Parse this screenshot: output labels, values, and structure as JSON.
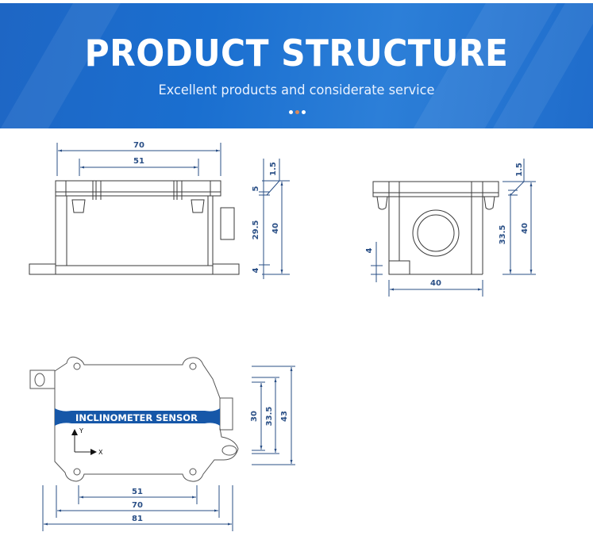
{
  "banner": {
    "title": "PRODUCT STRUCTURE",
    "subtitle": "Excellent products and considerate service",
    "colors": {
      "background": "#1e6bc9",
      "text": "#ffffff",
      "dot_white": "#ffffff",
      "dot_accent": "#d9895a"
    }
  },
  "front_view": {
    "width_outer": "70",
    "width_inner": "51",
    "lid_thickness": "1.5",
    "lip": "5",
    "body_height": "29.5",
    "base_thickness": "4",
    "total_height": "40"
  },
  "side_view": {
    "lid_thickness": "1.5",
    "base_thickness": "4",
    "body_height": "33.5",
    "total_height": "40",
    "width": "40"
  },
  "top_view": {
    "label": "INCLINOMETER SENSOR",
    "axis_y": "Y",
    "axis_x": "X",
    "hole_spacing": "51",
    "body_width": "70",
    "overall_width": "81",
    "height_inner": "30",
    "height_mid": "33.5",
    "height_outer": "43"
  },
  "colors": {
    "line": "#3a3a3a",
    "dimension": "#2a4f86",
    "label_band": "#1657a8"
  }
}
